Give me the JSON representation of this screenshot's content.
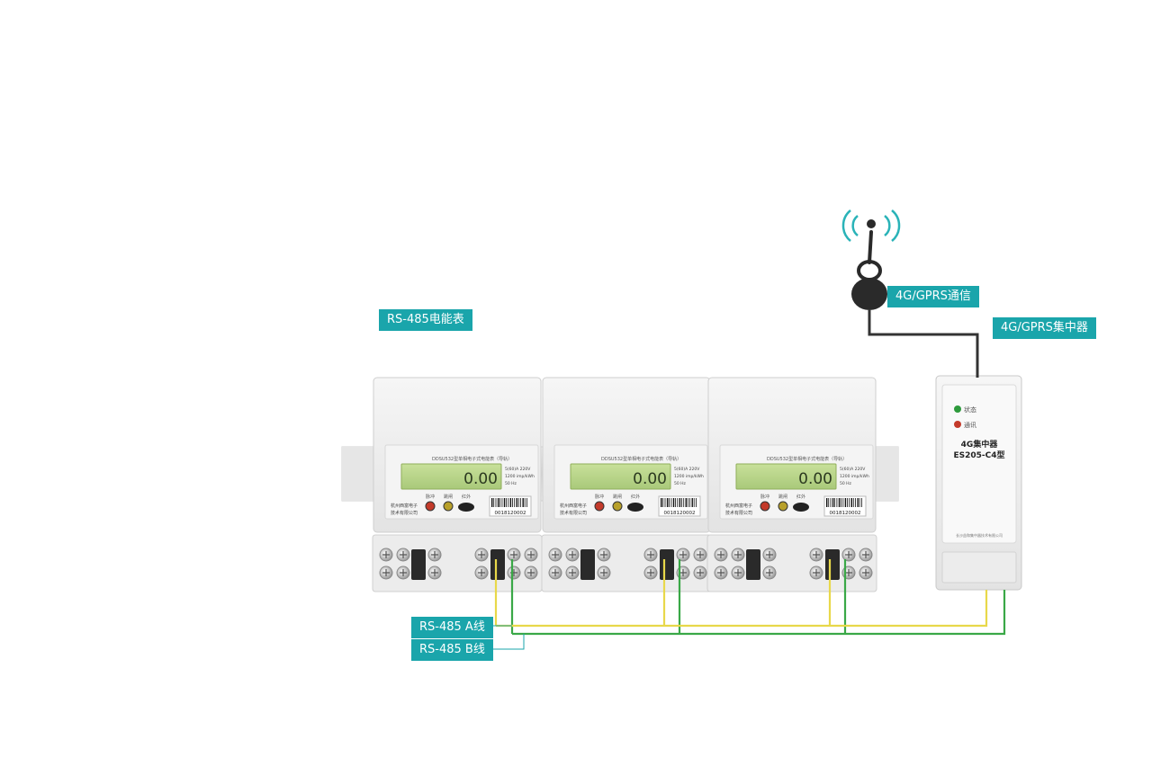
{
  "labels": {
    "meter": "RS-485电能表",
    "comm": "4G/GPRS通信",
    "concentrator": "4G/GPRS集中器",
    "wire_a": "RS-485 A线",
    "wire_b": "RS-485 B线"
  },
  "meter": {
    "reading": "0.00",
    "model": "DDSU532型单相电子式电能表（导轨）",
    "spec_1": "5(60)A 220V",
    "spec_2": "1200 imp/kWh",
    "spec_3": "50 Hz",
    "serial": "0018120002",
    "maker_1": "杭州西富电子",
    "maker_2": "技术有限公司",
    "led_1": "脉冲",
    "led_2": "跳闸",
    "led_3": "红外"
  },
  "concentrator": {
    "led_status": "状态",
    "led_comm": "通讯",
    "title": "4G集中器",
    "model": "ES205-C4型",
    "maker": "长沙益和集中器技术有限公司"
  },
  "colors": {
    "accent": "#1aa5ab",
    "wire_a": "#e8d84a",
    "wire_b": "#3aa847",
    "cable": "#333333",
    "lcd": "#b9d58a"
  }
}
